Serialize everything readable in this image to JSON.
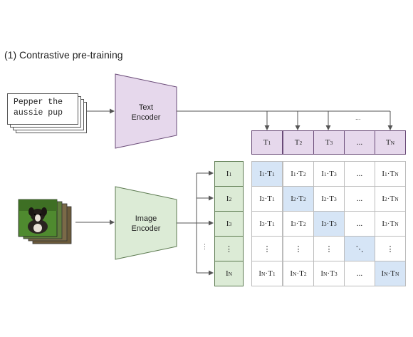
{
  "title": "(1) Contrastive pre-training",
  "input_text": {
    "line1": "Pepper the",
    "line2": "aussie pup"
  },
  "text_encoder": {
    "line1": "Text",
    "line2": "Encoder"
  },
  "image_encoder": {
    "line1": "Image",
    "line2": "Encoder"
  },
  "text_embeddings": [
    {
      "base": "T",
      "sub": "1"
    },
    {
      "base": "T",
      "sub": "2"
    },
    {
      "base": "T",
      "sub": "3"
    },
    {
      "base": "...",
      "sub": ""
    },
    {
      "base": "T",
      "sub": "N"
    }
  ],
  "image_embeddings": [
    {
      "base": "I",
      "sub": "1"
    },
    {
      "base": "I",
      "sub": "2"
    },
    {
      "base": "I",
      "sub": "3"
    },
    {
      "base": "⋮",
      "sub": ""
    },
    {
      "base": "I",
      "sub": "N"
    }
  ],
  "ellipsis_top": "...",
  "ellipsis_side": "⋮",
  "similarity_matrix": [
    [
      "I1·T1",
      "I1·T2",
      "I1·T3",
      "...",
      "I1·TN"
    ],
    [
      "I2·T1",
      "I2·T2",
      "I2·T3",
      "...",
      "I2·TN"
    ],
    [
      "I3·T1",
      "I3·T2",
      "I3·T3",
      "...",
      "I3·TN"
    ],
    [
      "⋮",
      "⋮",
      "⋮",
      "⋱",
      "⋮"
    ],
    [
      "IN·T1",
      "IN·T2",
      "IN·T3",
      "...",
      "IN·TN"
    ]
  ],
  "colors": {
    "encoder_text": "#e6d8ec",
    "encoder_image": "#dcebd6",
    "text_embedding": "#e6d8ec",
    "image_embedding": "#dcebd6",
    "diagonal": "#d6e5f6"
  }
}
